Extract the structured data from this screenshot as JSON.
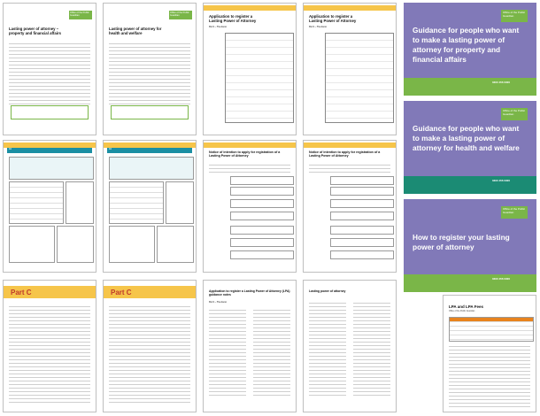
{
  "pages": {
    "p1": {
      "title": "Lasting power of attorney – property and financial affairs",
      "logo": "Office of the Public Guardian"
    },
    "p2": {
      "title": "Lasting power of attorney for health and welfare",
      "logo": "Office of the Public Guardian"
    },
    "p3": {
      "title": "Application to register a Lasting Power of Attorney",
      "part": "Part 1 – The donor"
    },
    "p4": {
      "title": "Application to register a Lasting Power of Attorney",
      "part": "Part 1 – The donor"
    },
    "p5": {
      "section": "A1"
    },
    "p6": {
      "section": "A1"
    },
    "p7": {
      "title": "Notice of intention to apply for registration of a Lasting Power of Attorney"
    },
    "p8": {
      "title": "Notice of intention to apply for registration of a Lasting Power of Attorney"
    },
    "p9": {
      "part": "Part C"
    },
    "p10": {
      "part": "Part C"
    },
    "p11": {
      "title": "Application to register a Lasting Power of Attorney (LPA) guidance notes",
      "part": "Part 1 – The donor"
    },
    "p12": {
      "title": "Lasting power of attorney"
    }
  },
  "covers": {
    "c1": {
      "title": "Guidance for people who want to make a lasting power of attorney for property and financial affairs",
      "logo": "Office of the Public Guardian",
      "phone": "0300 456 0300"
    },
    "c2": {
      "title": "Guidance for people who want to make a lasting power of attorney for health and welfare",
      "logo": "Office of the Public Guardian",
      "phone": "0300 456 0300"
    },
    "c3": {
      "title": "How to register your lasting power of attorney",
      "logo": "Office of the Public Guardian",
      "phone": "0300 456 0300"
    },
    "c4": {
      "title": "LPA and LPA Fees",
      "subtitle": "Office of the Public Guardian"
    }
  },
  "colors": {
    "green": "#7ab648",
    "teal": "#1b8b74",
    "purple": "#8179b8",
    "yellow": "#f6c54a",
    "orange": "#e8831e"
  }
}
